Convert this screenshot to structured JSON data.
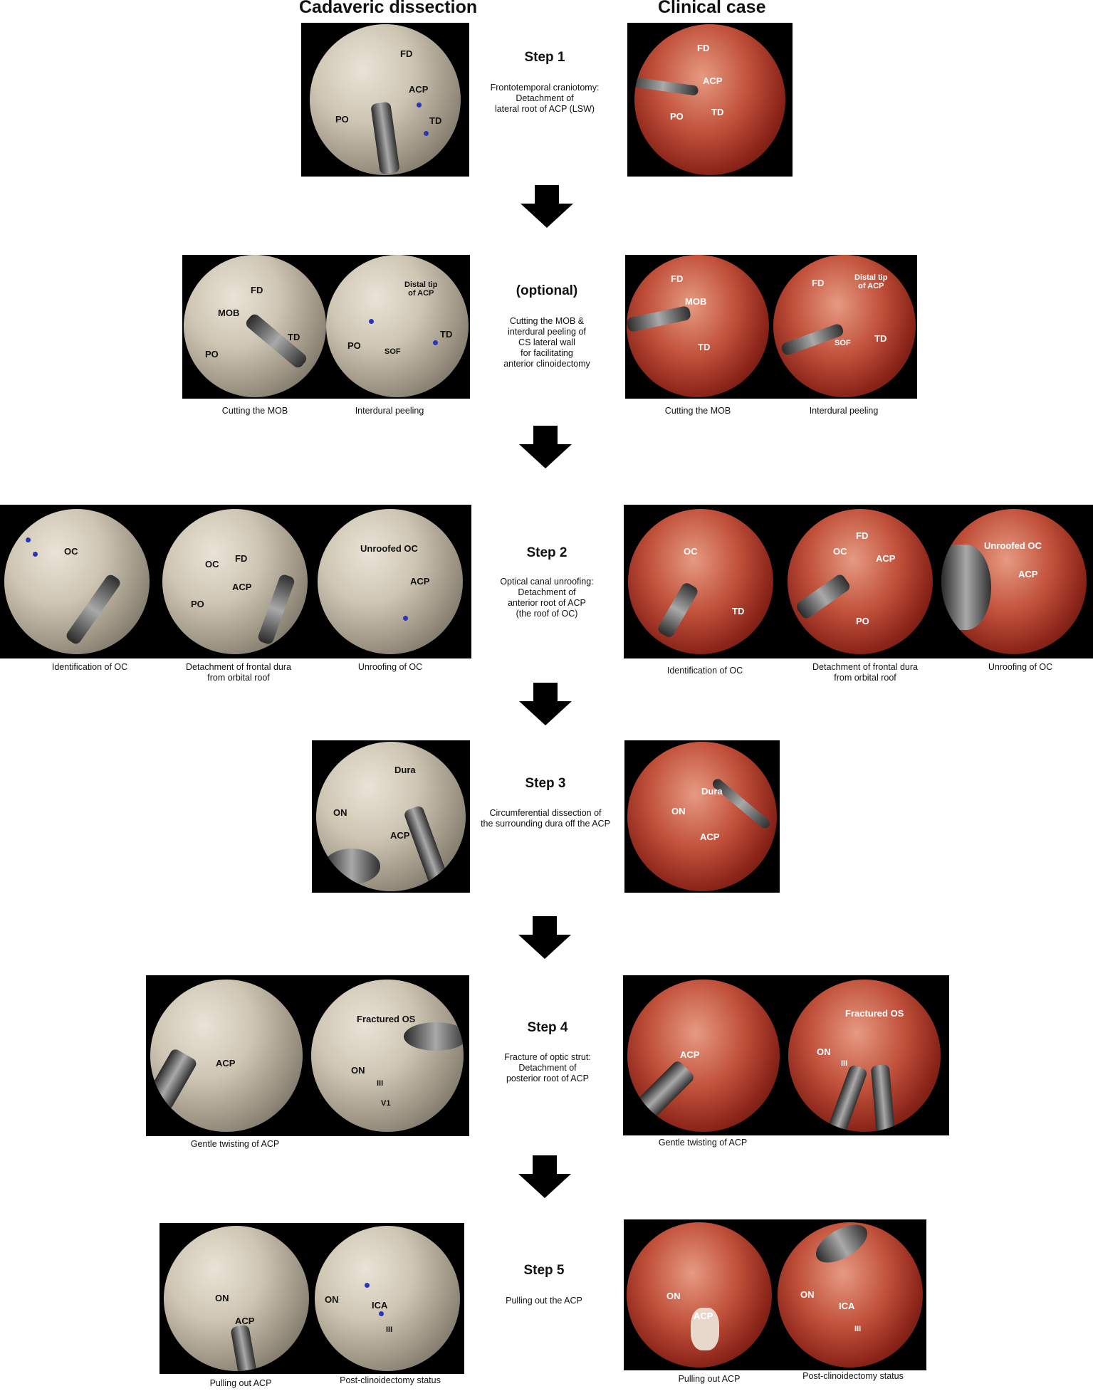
{
  "headers": {
    "left": "Cadaveric dissection",
    "right": "Clinical case"
  },
  "steps": [
    {
      "title": "Step 1",
      "desc": "Frontotemporal craniotomy:\nDetachment of\nlateral root of ACP (LSW)"
    },
    {
      "title": "(optional)",
      "desc": "Cutting the MOB &\ninterdural peeling of\nCS lateral wall\nfor facilitating\nanterior clinoidectomy"
    },
    {
      "title": "Step 2",
      "desc": "Optical canal unroofing:\nDetachment of\nanterior root of ACP\n(the roof of OC)"
    },
    {
      "title": "Step 3",
      "desc": "Circumferential dissection of\nthe surrounding dura off the ACP"
    },
    {
      "title": "Step 4",
      "desc": "Fracture of optic strut:\nDetachment of\nposterior root of ACP"
    },
    {
      "title": "Step 5",
      "desc": "Pulling out the ACP"
    }
  ],
  "labels": {
    "FD": "FD",
    "ACP": "ACP",
    "PO": "PO",
    "TD": "TD",
    "MOB": "MOB",
    "distal_tip": "Distal tip\nof ACP",
    "SOF": "SOF",
    "OC": "OC",
    "unroofed_oc": "Unroofed OC",
    "dura": "Dura",
    "ON": "ON",
    "fractured_os": "Fractured OS",
    "III": "III",
    "V1": "V1",
    "ICA": "ICA"
  },
  "captions": {
    "cutting_mob": "Cutting the MOB",
    "interdural_peeling": "Interdural peeling",
    "identification_oc": "Identification of OC",
    "detachment_frontal": "Detachment of frontal dura\nfrom orbital roof",
    "unroofing_oc": "Unroofing of OC",
    "gentle_twisting": "Gentle twisting of ACP",
    "pulling_out": "Pulling out ACP",
    "post_clinoidectomy": "Post-clinoidectomy status"
  }
}
